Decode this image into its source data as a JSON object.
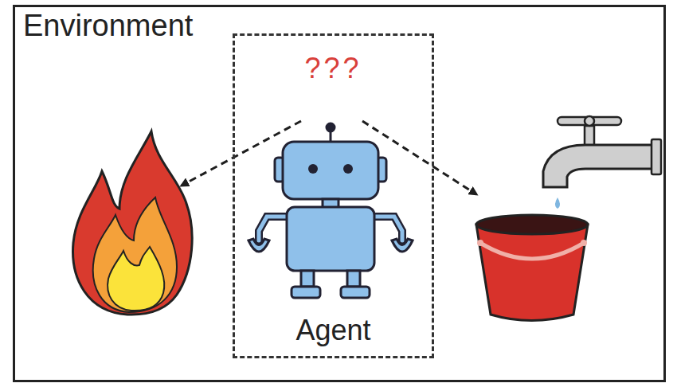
{
  "diagram": {
    "nodes": [
      {
        "text": [
          "Environment"
        ]
      },
      {
        "text": [
          "???",
          "Agent"
        ],
        "in": 0
      }
    ]
  }
}
